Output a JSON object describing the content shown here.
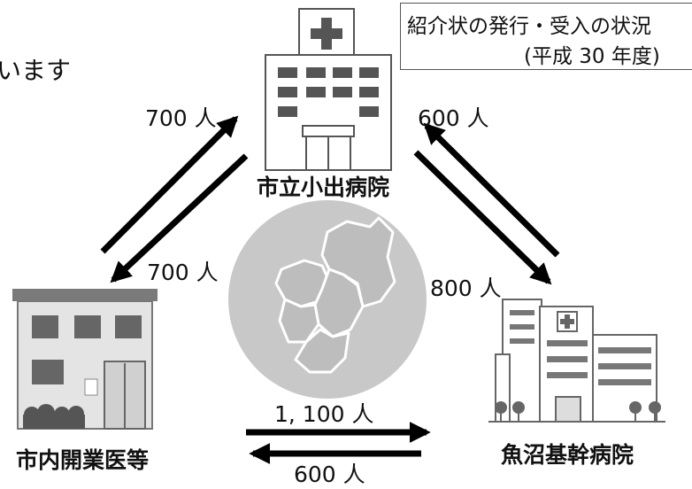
{
  "partial_text": "います",
  "legend": {
    "line1": "紹介状の発行・受入の状況",
    "line2": "(平成 30 年度)"
  },
  "nodes": {
    "city_hospital": "市立小出病院",
    "clinics": "市内開業医等",
    "uonuma_hospital": "魚沼基幹病院"
  },
  "flows": {
    "clinics_to_city": "700 人",
    "city_to_clinics": "700 人",
    "city_to_uonuma": "800 人",
    "uonuma_to_city": "600 人",
    "clinics_to_uonuma": "1, 100 人",
    "uonuma_to_clinics": "600 人"
  },
  "colors": {
    "arrow": "#000000",
    "map_circle": "#c8c8c8",
    "map_regions": "#bcbcbc",
    "map_border": "#ffffff",
    "building_outline": "#555555"
  },
  "icons": {
    "city_hospital": "hospital-building-icon",
    "clinics": "clinic-building-icon",
    "uonuma_hospital": "large-hospital-icon",
    "map": "regional-map-icon"
  }
}
